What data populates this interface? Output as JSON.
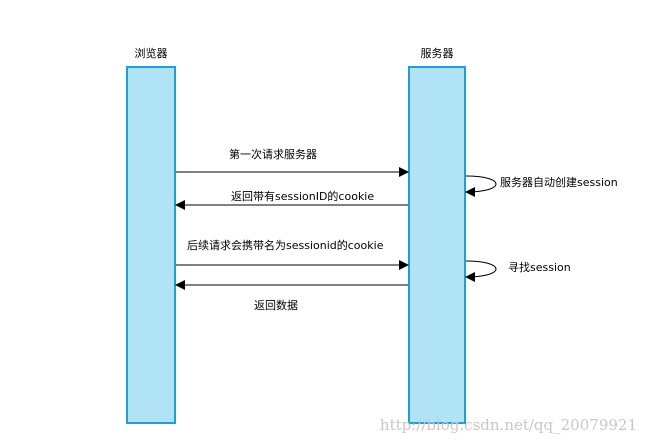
{
  "participants": {
    "browser": {
      "label": "浏览器"
    },
    "server": {
      "label": "服务器"
    }
  },
  "messages": [
    {
      "label": "第一次请求服务器",
      "direction": "browser-to-server"
    },
    {
      "label": "返回带有sessionID的cookie",
      "direction": "server-to-browser"
    },
    {
      "label": "后续请求会携带名为sessionid的cookie",
      "direction": "browser-to-server"
    },
    {
      "label": "返回数据",
      "direction": "server-to-browser"
    }
  ],
  "self_calls": [
    {
      "label": "服务器自动创建session"
    },
    {
      "label": "寻找session"
    }
  ],
  "watermark": "http://blog.csdn.net/qq_20079921",
  "colors": {
    "lifeline_fill": "#b0e3f5",
    "lifeline_stroke": "#1fa0d4",
    "arrow": "#000000"
  }
}
